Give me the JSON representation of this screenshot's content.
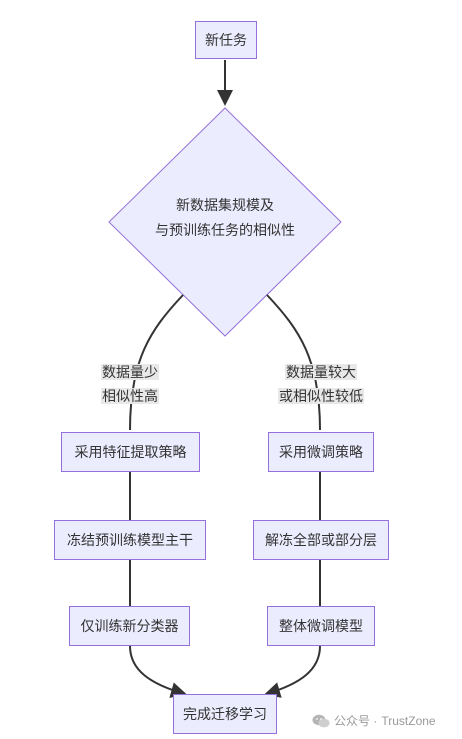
{
  "nodes": {
    "start": "新任务",
    "decision_line1": "新数据集规模及",
    "decision_line2": "与预训练任务的相似性",
    "left1": "采用特征提取策略",
    "left2": "冻结预训练模型主干",
    "left3": "仅训练新分类器",
    "right1": "采用微调策略",
    "right2": "解冻全部或部分层",
    "right3": "整体微调模型",
    "end": "完成迁移学习"
  },
  "edges": {
    "left_line1": "数据量少",
    "left_line2": "相似性高",
    "right_line1": "数据量较大",
    "right_line2": "或相似性较低"
  },
  "watermark": {
    "prefix": "公众号 ·",
    "name": "TrustZone"
  },
  "colors": {
    "node_fill": "#ececff",
    "node_border": "#9370db",
    "edge": "#333333"
  }
}
